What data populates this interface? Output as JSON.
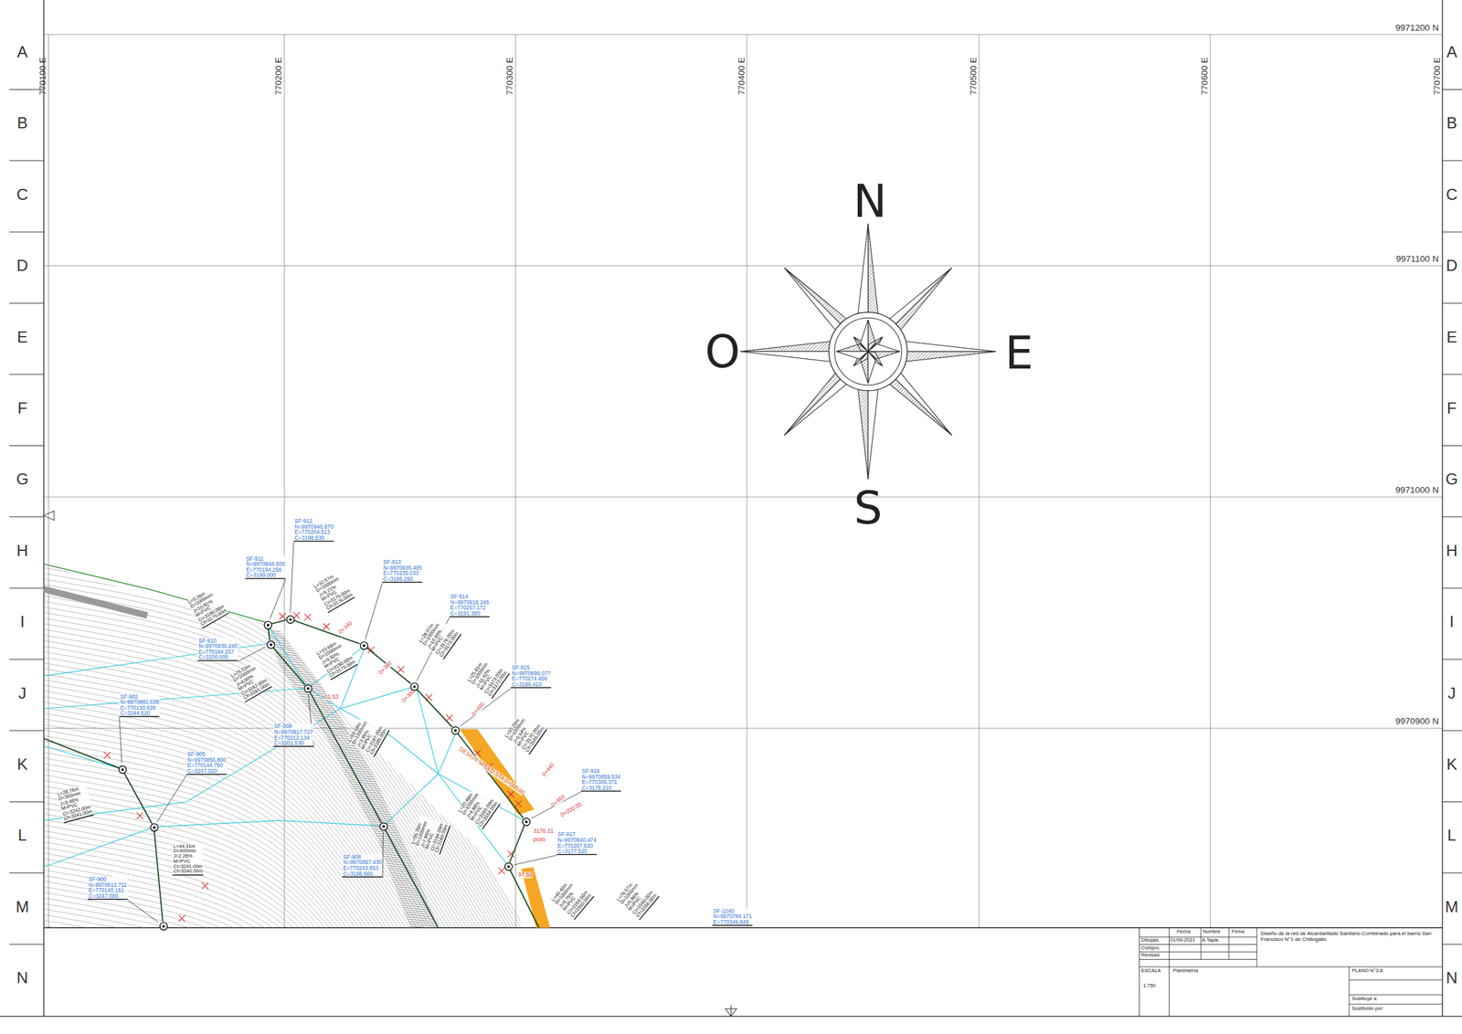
{
  "diagram": {
    "nodes": [
      {
        "text": [
          "SF-912 N=9970946.870 E=770204.513 C=3198.530"
        ]
      },
      {
        "text": [
          "SF-911 N=9970944.500 E=770194.258 C=3199.000"
        ]
      },
      {
        "text": [
          "SF-913 N=9970935.495 E=770235.033 C=3195.250"
        ]
      },
      {
        "text": [
          "SF-914 N=9970918.246 E=770257.172 C=3191.380"
        ]
      },
      {
        "text": [
          "SF-910 N=9970930.240 E=770194.257 C=3200.000"
        ]
      },
      {
        "text": [
          "SF-915 N=9970899.077 E=770274.456 C=3186.410"
        ]
      },
      {
        "text": [
          "SF-902 N=9970882.638 E=770130.928 C=3244.520"
        ]
      },
      {
        "text": [
          "SF-909 N=9970917.727 E=770212.134 C=3201.530"
        ]
      },
      {
        "text": [
          "SF-905 N=9970856.800 E=770144.750 C=3247.020"
        ]
      },
      {
        "text": [
          "SF-916 N=9970859.534 E=770305.371 C=3176.210"
        ]
      },
      {
        "text": [
          "SF-917 N=9970840.474 E=770297.820 C=3177.520"
        ]
      },
      {
        "text": [
          "SF-908 N=9970857.430 E=770243.853 C=3196.560"
        ]
      },
      {
        "text": [
          "SF-900 N=9970812.711 E=770140.161 C=3247.000"
        ]
      }
    ],
    "edges": [
      {
        "from": 1,
        "to": 0,
        "arrow": "none"
      },
      {
        "from": 0,
        "to": 2,
        "arrow": "none"
      },
      {
        "from": 2,
        "to": 3,
        "arrow": "none"
      },
      {
        "from": 3,
        "to": 5,
        "arrow": "none"
      },
      {
        "from": 5,
        "to": 9,
        "arrow": "none"
      },
      {
        "from": 9,
        "to": 10,
        "arrow": "none"
      },
      {
        "from": 4,
        "to": 1,
        "arrow": "none"
      },
      {
        "from": 4,
        "to": 7,
        "arrow": "none"
      },
      {
        "from": 7,
        "to": 11,
        "arrow": "none"
      },
      {
        "from": 6,
        "to": 8,
        "arrow": "none"
      },
      {
        "from": 8,
        "to": 12,
        "arrow": "none"
      }
    ],
    "labels": [
      "770100 E",
      "770200 E",
      "770300 E",
      "770400 E",
      "770500 E",
      "770600 E",
      "770700 E",
      "9971200 N",
      "9971100 N",
      "9971000 N",
      "9970900 N",
      "A",
      "B",
      "C",
      "D",
      "E",
      "F",
      "G",
      "H",
      "I",
      "J",
      "K",
      "L",
      "M",
      "N",
      "A",
      "B",
      "C",
      "D",
      "E",
      "F",
      "G",
      "H",
      "I",
      "J",
      "K",
      "L",
      "M",
      "N",
      "N",
      "S",
      "E",
      "O",
      "Fecha",
      "Nombre",
      "Firma",
      "Dibujad.",
      "01/09-2021",
      "A.Tapia",
      "Compro.",
      "Revisad.",
      "ESCALA",
      "1:750",
      "Planimetría",
      "Diseño de la red de Alcantarillado Sanitario Combinado para el barrio San Francisco N°1 de Chillogallo",
      "PLANO N°3-8",
      "Sustituye a:",
      "Sustituido por:",
      "SF-1240 N=9970784.171 E=770349.849",
      "L=9.26m D=1000mm J=10.81% M=PVC Ci=3180.00m Cf=3179.00m",
      "L=32.57m D=1000mm J=9.21% M=PVC Ci=3179.00m Cf=3176.00m",
      "L=10.68m D=1000mm J=9.50% M=PVC Ci=3180.00m Cf=3179.00m",
      "L=25.53m D=1000mm J=4.00% M=PVC Ci=3182.00m Cf=3181.00m",
      "L=28.07m D=1000mm J=10.69% M=PVC Ci=3176.00m Cf=3173.00m",
      "L=25.81m D=1000mm J=11.62% M=PVC Ci=3173.00m Cf=3170.00m",
      "L=50.29m D=1000mm J=9.94% M=PVC Ci=3170.00m Cf=3165.00m",
      "L=20.48m D=1000mm J=4.88% M=PVC Ci=3165.00m Cf=3164.00m",
      "L=50.59m D=1000mm J=3.95% M=PVC Ci=3187.00m Cf=3185.00m",
      "L=28.76m D=300mm J=3.48% M=PVC Ci=3242.00m Cf=3241.00m",
      "L=44.31m D=400mm J=2.26% M=PVC Ci=3241.00m Cf=3240.00m",
      "L=55.35m D=1000mm J=7.95% M=PVC Ci=3164.00m Cf=3160.00m",
      "L=76.57m D=1000mm J=5.86% M=PVC Ci=3160.00m Cf=3156.00m",
      "L=40.40m D=1000mm J=9.75% M=PVC Ci=3164.00m Cf=3160.00m",
      "0+340",
      "0+360",
      "0+380",
      "0+400",
      "0+440",
      "0+460",
      "01.53",
      "3176.21",
      "pozo",
      "0+000.00",
      "97.52",
      "DESIGN SPEED STA 0+000.00"
    ]
  }
}
